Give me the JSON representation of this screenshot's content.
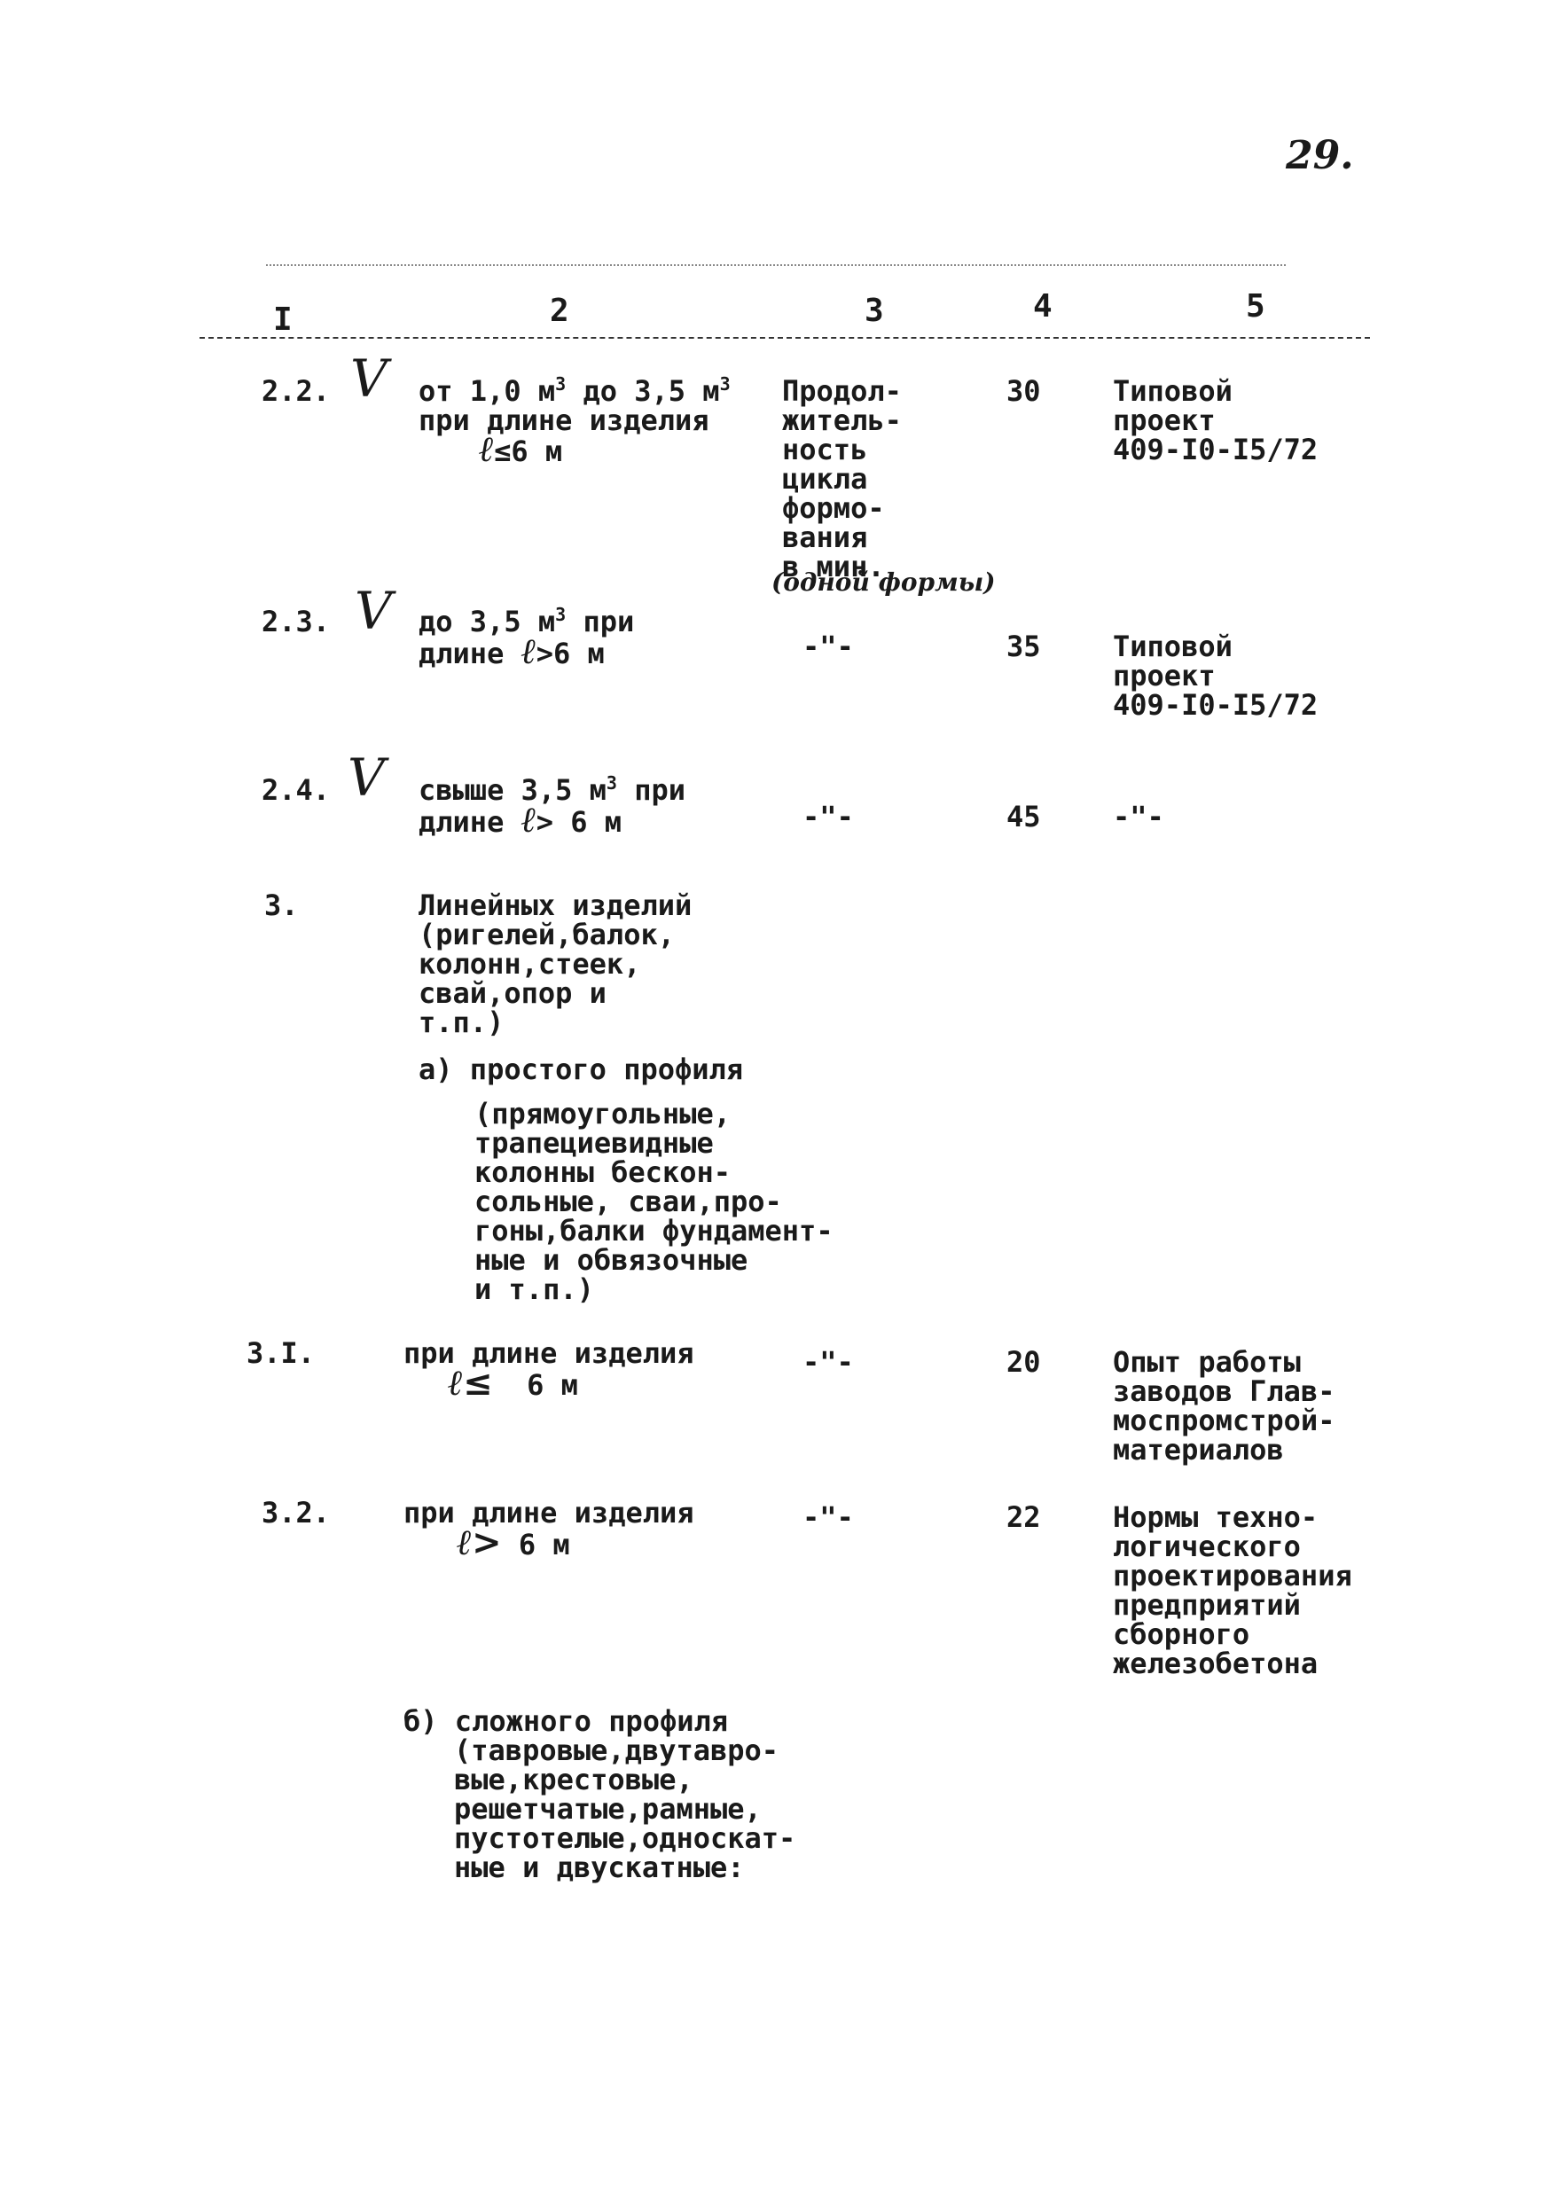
{
  "page_number": "29.",
  "columns": [
    "I",
    "2",
    "3",
    "4",
    "5"
  ],
  "rows": [
    {
      "num": "2.2.",
      "check_mark": "V",
      "desc_a": "от 1,0 м",
      "desc_sup1": "3",
      "desc_b": " до 3,5 м",
      "desc_sup2": "3",
      "desc_line2": "при длине изделия",
      "desc_line3": "≤6 м",
      "desc_symbol": "ℓ",
      "col3": "Продол-\nжитель-\nность\nцикла\nформо-\nвания\nв мин.",
      "col3_note": "(одной формы)",
      "col4": "30",
      "col5": "Типовой\nпроект\n409-I0-I5/72"
    },
    {
      "num": "2.3.",
      "check_mark": "V",
      "desc_a": "до 3,5 м",
      "desc_sup1": "3",
      "desc_b": " при",
      "desc_line2": "длине",
      "desc_symbol": "ℓ",
      "desc_line2b": ">6 м",
      "col3": "-\"-",
      "col4": "35",
      "col5": "Типовой\nпроект\n409-I0-I5/72"
    },
    {
      "num": "2.4.",
      "check_mark": "V",
      "desc_a": "свыше 3,5 м",
      "desc_sup1": "3",
      "desc_b": " при",
      "desc_line2": "длине",
      "desc_symbol": "ℓ",
      "desc_line2b": "> 6 м",
      "col3": "-\"-",
      "col4": "45",
      "col5": "-\"-"
    },
    {
      "num": "3.",
      "desc": "Линейных изделий\n(ригелей,балок,\nколонн,стеек,\nсвай,опор и\nт.п.)"
    },
    {
      "sub": "а) простого профиля",
      "sub_detail": "(прямоугольные,\nтрапециевидные\nколонны бескон-\nсольные, сваи,про-\nгоны,балки фундамент-\nные и обвязочные\nи т.п.)"
    },
    {
      "num": "3.I.",
      "desc_line1": "при длине изделия",
      "desc_symbol": "ℓ≤",
      "desc_line2b": "6 м",
      "col3": "-\"-",
      "col4": "20",
      "col5": "Опыт работы\nзаводов Глав-\nмоспромстрой-\nматериалов"
    },
    {
      "num": "3.2.",
      "desc_line1": "при длине изделия",
      "desc_symbol": "ℓ>",
      "desc_line2b": "6 м",
      "col3": "-\"-",
      "col4": "22",
      "col5": "Нормы техно-\nлогического\nпроектирования\nпредприятий\nсборного\nжелезобетона"
    },
    {
      "sub": "б) сложного профиля",
      "sub_detail": "(тавровые,двутавро-\nвые,крестовые,\nрешетчатые,рамные,\nпустотелые,односкат-\nные и двускатные:"
    }
  ]
}
